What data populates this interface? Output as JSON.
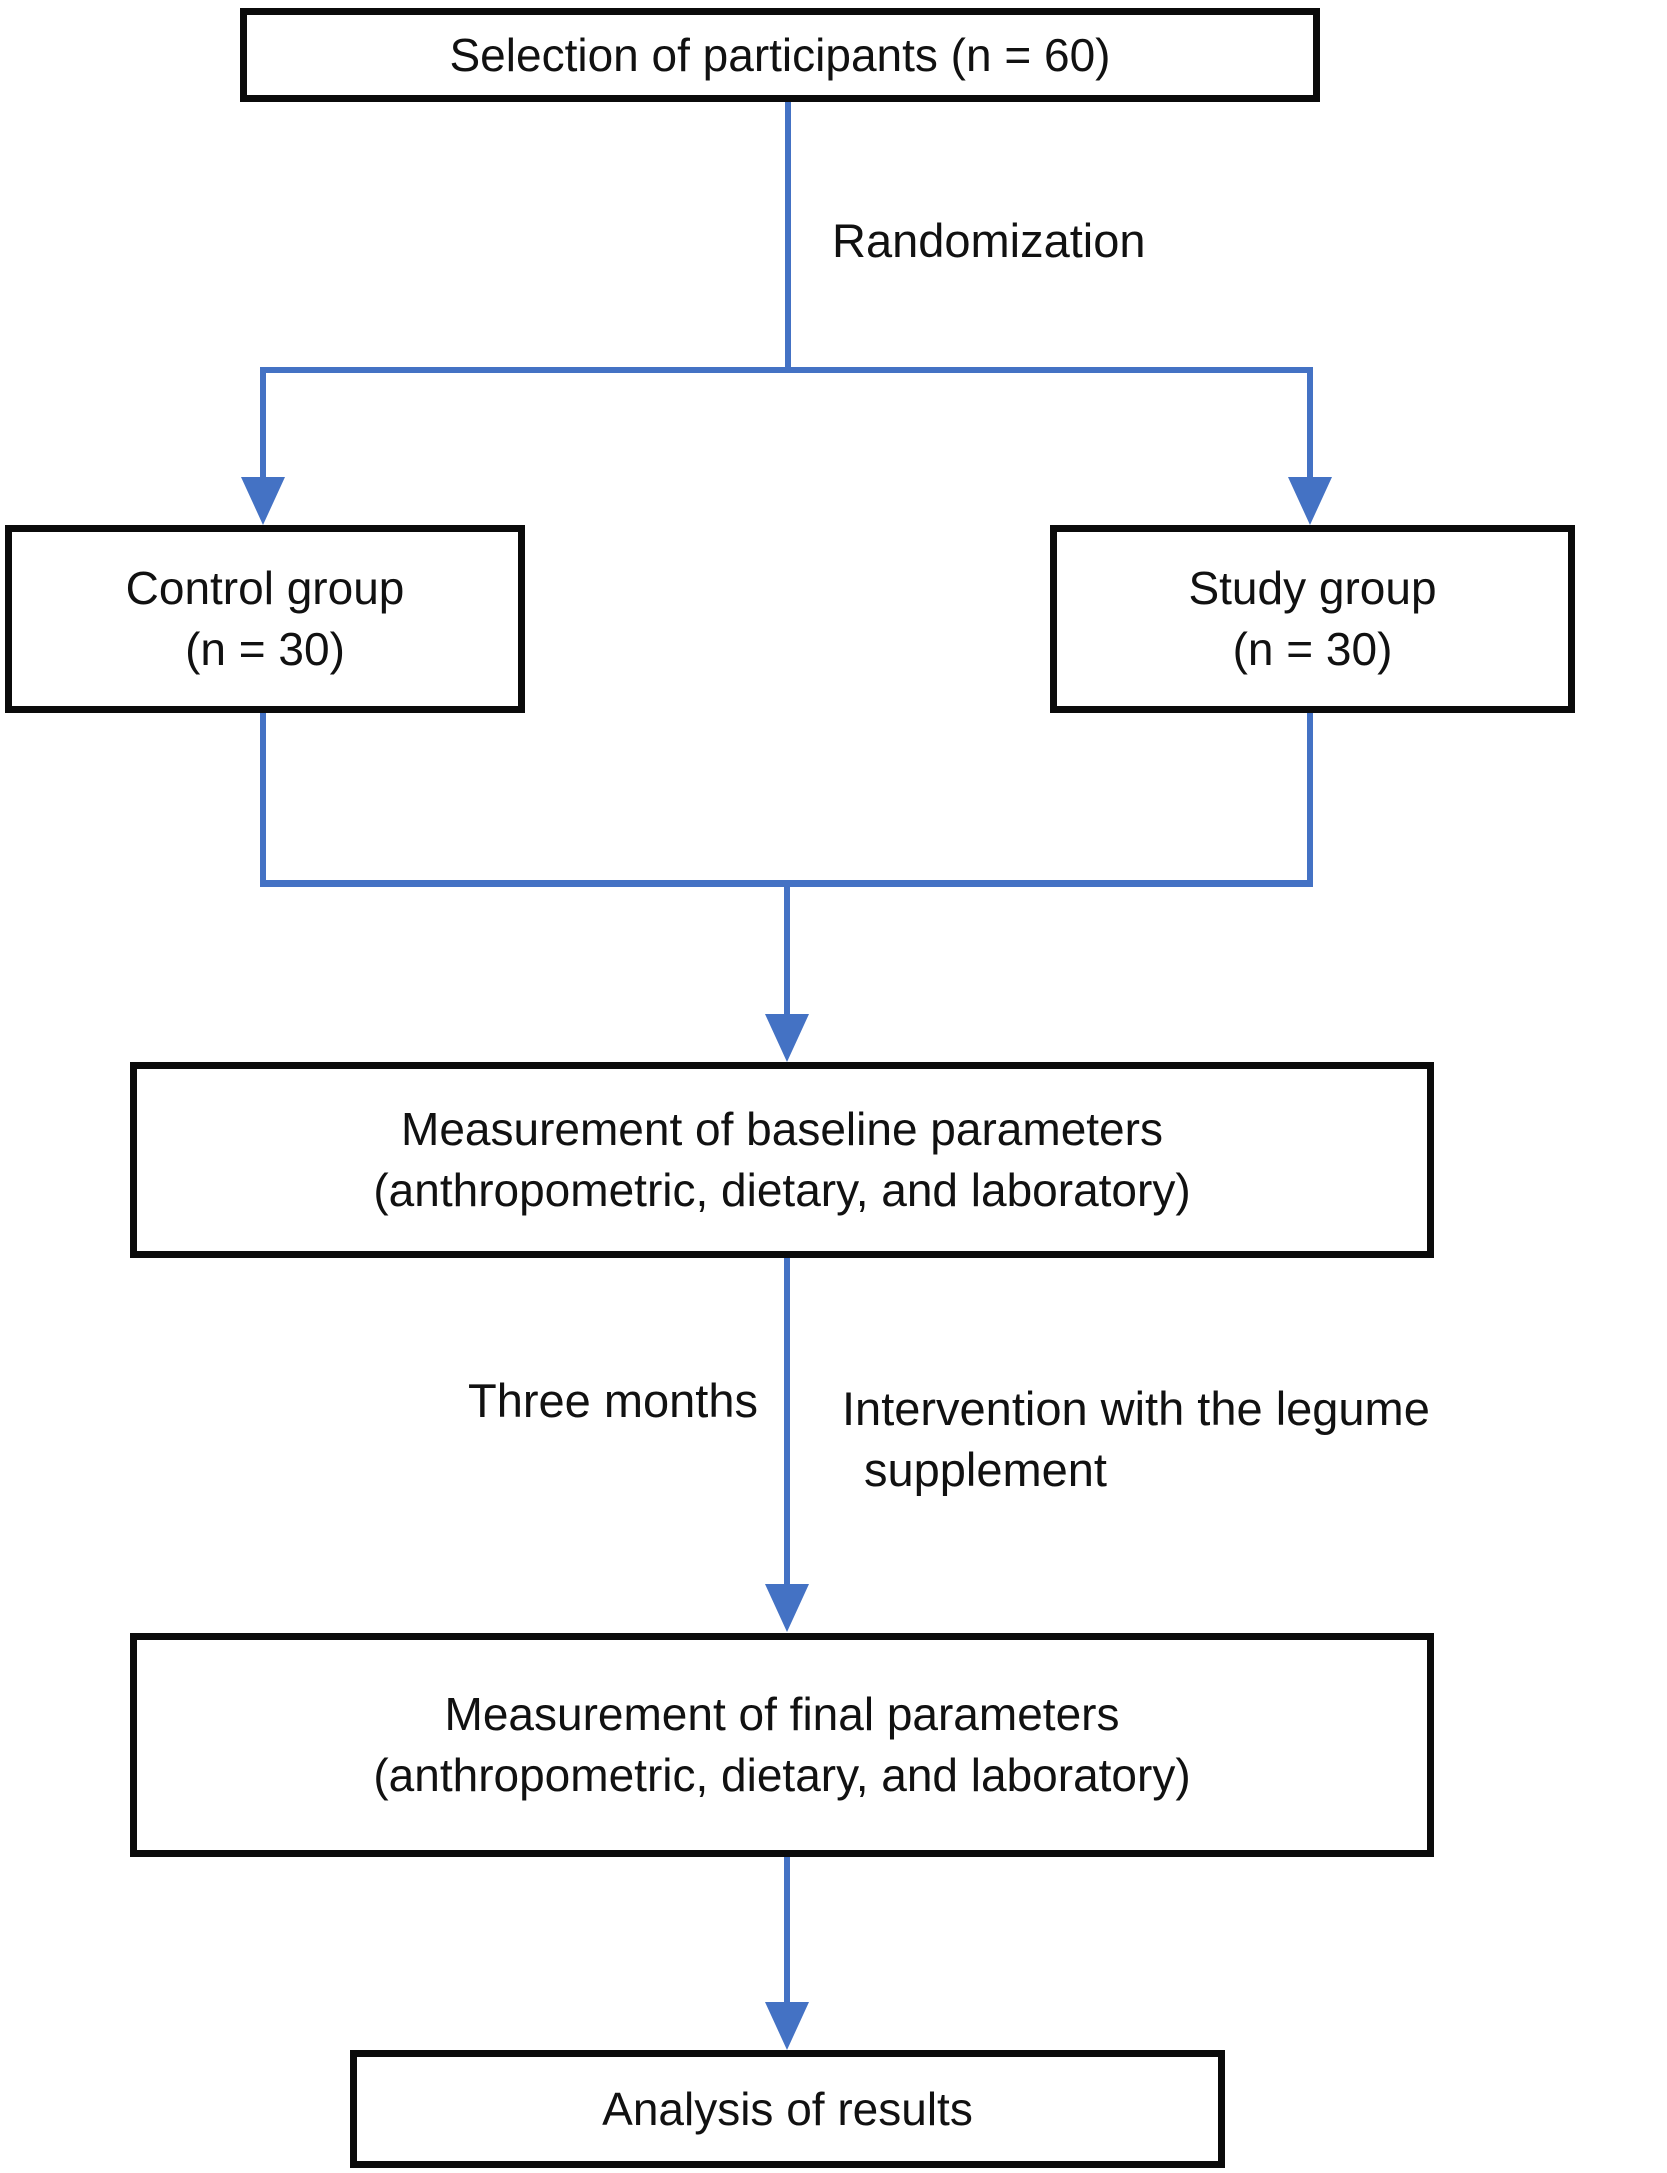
{
  "diagram": {
    "boxes": {
      "selection": "Selection of participants (n = 60)",
      "control_line1": "Control group",
      "control_line2": "(n = 30)",
      "study_line1": "Study group",
      "study_line2": "(n = 30)",
      "baseline_line1": "Measurement of baseline parameters",
      "baseline_line2": "(anthropometric, dietary, and laboratory)",
      "final_line1": "Measurement of final parameters",
      "final_line2": "(anthropometric, dietary, and laboratory)",
      "analysis": "Analysis of results"
    },
    "labels": {
      "randomization": "Randomization",
      "three_months": "Three months",
      "intervention_line1": "Intervention with the legume",
      "intervention_line2": "supplement"
    },
    "colors": {
      "arrow_blue": "#4472C4",
      "box_border": "#0b0b0b",
      "text": "#111111"
    }
  }
}
